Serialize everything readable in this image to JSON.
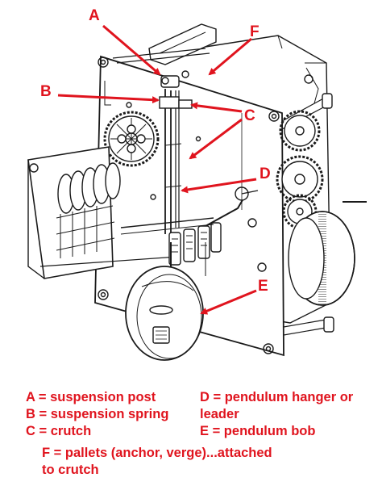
{
  "callouts": {
    "a": "A",
    "b": "B",
    "c": "C",
    "d": "D",
    "e": "E",
    "f": "F"
  },
  "legend": {
    "a": "A = suspension post",
    "b": "B = suspension spring",
    "c": "C = crutch",
    "d_line1": "D = pendulum hanger or",
    "d_line2": "leader",
    "e": "E = pendulum bob",
    "f_line1": "F = pallets (anchor, verge)...attached",
    "f_line2": "to crutch"
  },
  "colors": {
    "annotation": "#e0141e",
    "ink": "#1a1a1a"
  }
}
